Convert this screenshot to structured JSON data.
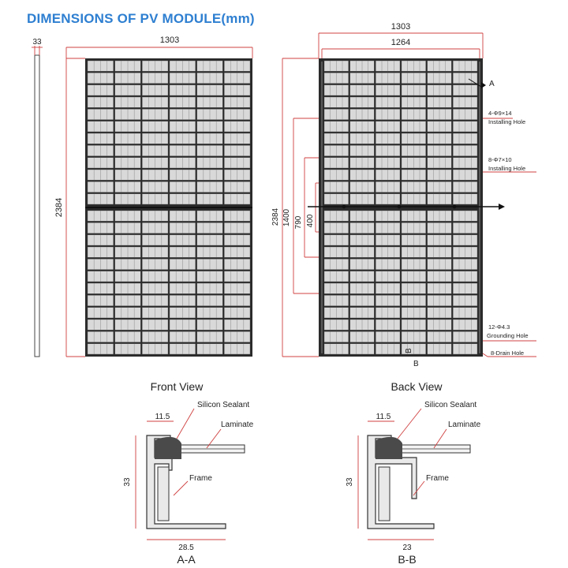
{
  "title": "DIMENSIONS OF PV MODULE(mm)",
  "front": {
    "thickness": "33",
    "width": "1303",
    "height": "2384"
  },
  "back": {
    "width": "1303",
    "inner_width": "1264",
    "height": "2384",
    "d1400": "1400",
    "d790": "790",
    "d400": "400",
    "section_mark": "A",
    "section_mark_b": "B",
    "callout_install1": [
      "4-Φ9×14",
      "Installing Hole"
    ],
    "callout_install2": [
      "8-Φ7×10",
      "Installing Hole"
    ],
    "callout_ground": [
      "12-Φ4.3",
      "Grounding Hole"
    ],
    "callout_drain": "8-Drain Hole"
  },
  "views": {
    "front_label": "Front View",
    "back_label": "Back View"
  },
  "section_aa": {
    "top_width": "11.5",
    "sealant": "Silicon Sealant",
    "laminate": "Laminate",
    "frame": "Frame",
    "height": "33",
    "bottom_width": "28.5",
    "name": "A-A"
  },
  "section_bb": {
    "top_width": "11.5",
    "sealant": "Silicon Sealant",
    "laminate": "Laminate",
    "frame": "Frame",
    "height": "33",
    "bottom_width": "23",
    "name": "B-B"
  },
  "colors": {
    "title": "#2e7fd1",
    "dimension": "#d04040",
    "module": "#2a2a2a"
  }
}
